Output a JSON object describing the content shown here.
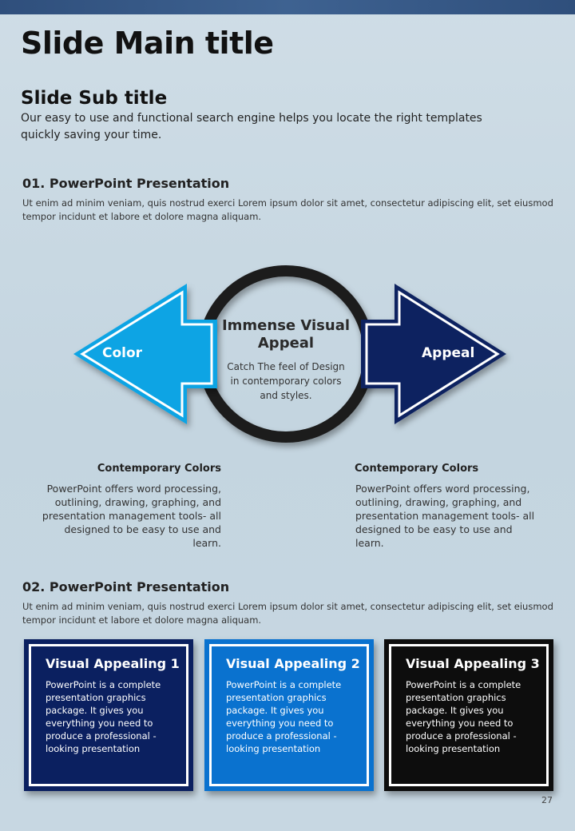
{
  "title": "Slide Main title",
  "subtitle": "Slide Sub title",
  "subtitle_desc": "Our easy to use and functional search engine helps you locate the right templates quickly saving your time.",
  "section1": {
    "heading": "01. PowerPoint Presentation",
    "text": "Ut enim ad minim veniam, quis nostrud exerci  Lorem ipsum dolor sit amet, consectetur adipiscing elit, set eiusmod tempor incidunt et labore et dolore magna aliquam."
  },
  "diagram": {
    "center_title": "Immense Visual Appeal",
    "center_desc": "Catch The feel of Design in contemporary colors and styles.",
    "left_label": "Color",
    "right_label": "Appeal",
    "left_color": "#0aa4e4",
    "right_color": "#0b2060",
    "ring_color": "#1e1e1e"
  },
  "col_left": {
    "heading": "Contemporary  Colors",
    "text": "PowerPoint offers word processing, outlining, drawing, graphing, and presentation management tools- all designed to be easy to use and learn."
  },
  "col_right": {
    "heading": "Contemporary  Colors",
    "text": "PowerPoint offers word processing, outlining, drawing, graphing, and presentation management tools- all designed to be easy to use and learn."
  },
  "section2": {
    "heading": "02. PowerPoint Presentation",
    "text": "Ut enim ad minim veniam, quis nostrud exerci  Lorem ipsum dolor sit amet, consectetur adipiscing elit, set eiusmod tempor incidunt et labore et dolore magna aliquam."
  },
  "boxes": [
    {
      "title": "Visual Appealing 1",
      "text": "PowerPoint is a complete presentation graphics package. It gives you everything you need to produce a professional - looking presentation",
      "color": "#0b2060"
    },
    {
      "title": "Visual Appealing 2",
      "text": "PowerPoint is a complete presentation graphics package. It gives you everything you need to produce a professional - looking presentation",
      "color": "#0a72cf"
    },
    {
      "title": "Visual Appealing 3",
      "text": "PowerPoint is a complete presentation graphics package. It gives you everything you need to produce a professional - looking presentation",
      "color": "#0d0d0d"
    }
  ],
  "page_number": "27"
}
